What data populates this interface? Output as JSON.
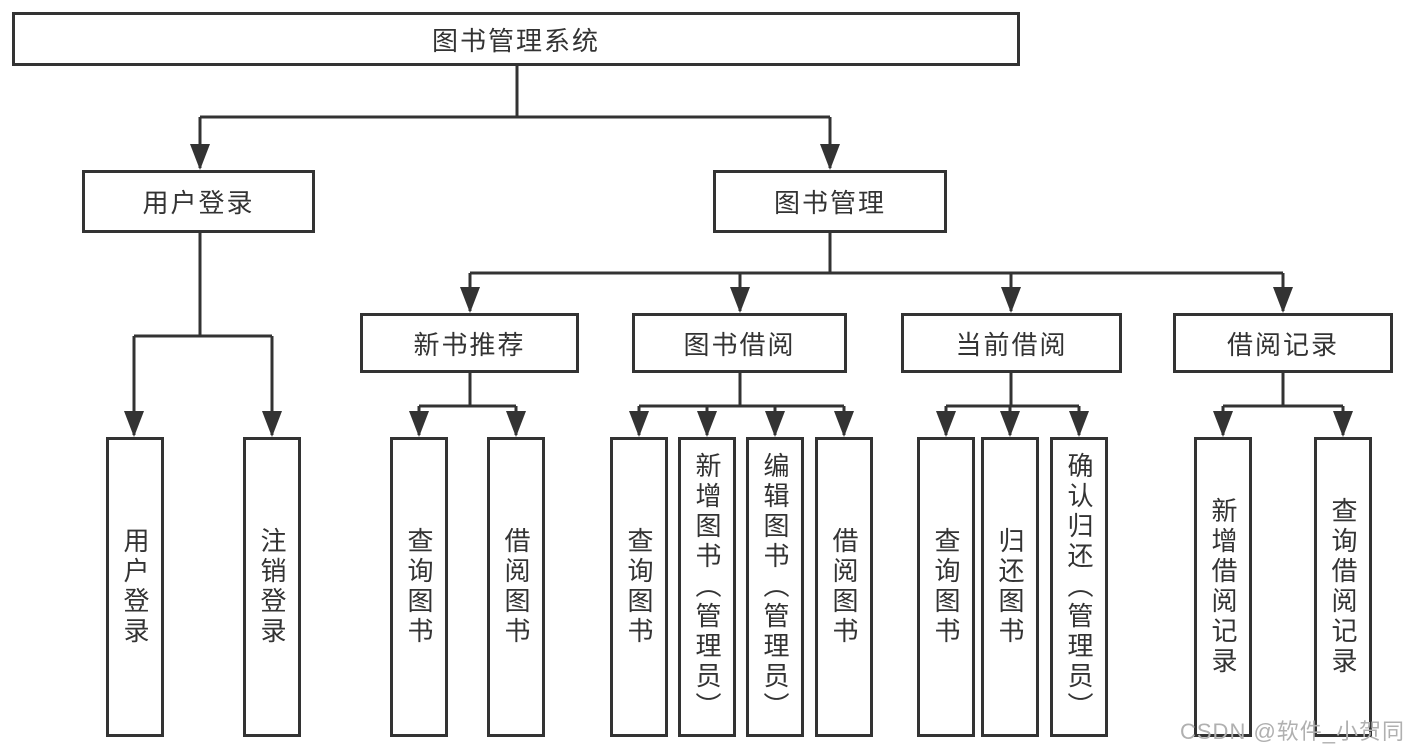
{
  "diagram_type": "hierarchy-flowchart",
  "tree": {
    "label": "图书管理系统",
    "children": [
      {
        "label": "用户登录",
        "children": [
          {
            "label": "用户登录"
          },
          {
            "label": "注销登录"
          }
        ]
      },
      {
        "label": "图书管理",
        "children": [
          {
            "label": "新书推荐",
            "children": [
              {
                "label": "查询图书"
              },
              {
                "label": "借阅图书"
              }
            ]
          },
          {
            "label": "图书借阅",
            "children": [
              {
                "label": "查询图书"
              },
              {
                "label": "新增图书（管理员）"
              },
              {
                "label": "编辑图书（管理员）"
              },
              {
                "label": "借阅图书"
              }
            ]
          },
          {
            "label": "当前借阅",
            "children": [
              {
                "label": "查询图书"
              },
              {
                "label": "归还图书"
              },
              {
                "label": "确认归还（管理员）"
              }
            ]
          },
          {
            "label": "借阅记录",
            "children": [
              {
                "label": "新增借阅记录"
              },
              {
                "label": "查询借阅记录"
              }
            ]
          }
        ]
      }
    ]
  },
  "watermark": {
    "text": "CSDN @软件_小贺同学"
  },
  "colors": {
    "line": "#333333",
    "text": "#333333",
    "box_background": "#ffffff",
    "background": "#ffffff",
    "watermark": "#b0b0b0"
  }
}
